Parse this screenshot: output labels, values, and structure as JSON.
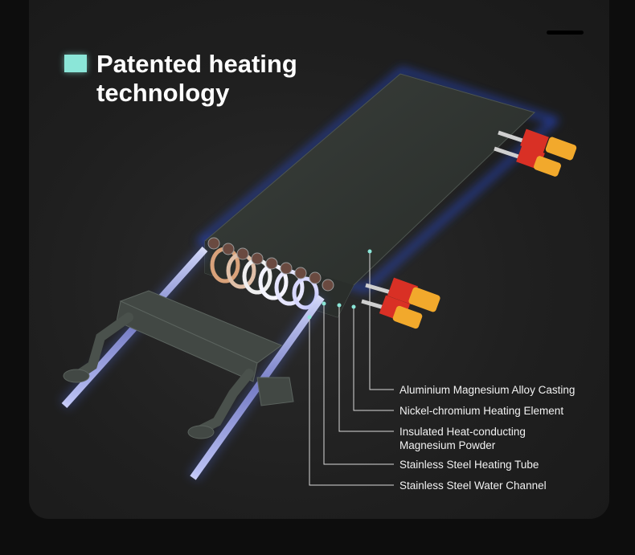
{
  "title": "Patented heating technology",
  "accent_color": "#8be6d8",
  "labels": [
    "Aluminium Magnesium Alloy Casting",
    "Nickel-chromium Heating Element",
    "Insulated Heat-conducting Magnesium Powder",
    "Stainless Steel Heating Tube",
    "Stainless Steel Water Channel"
  ],
  "icons": [
    "title-accent-square",
    "heating-element-illustration"
  ]
}
